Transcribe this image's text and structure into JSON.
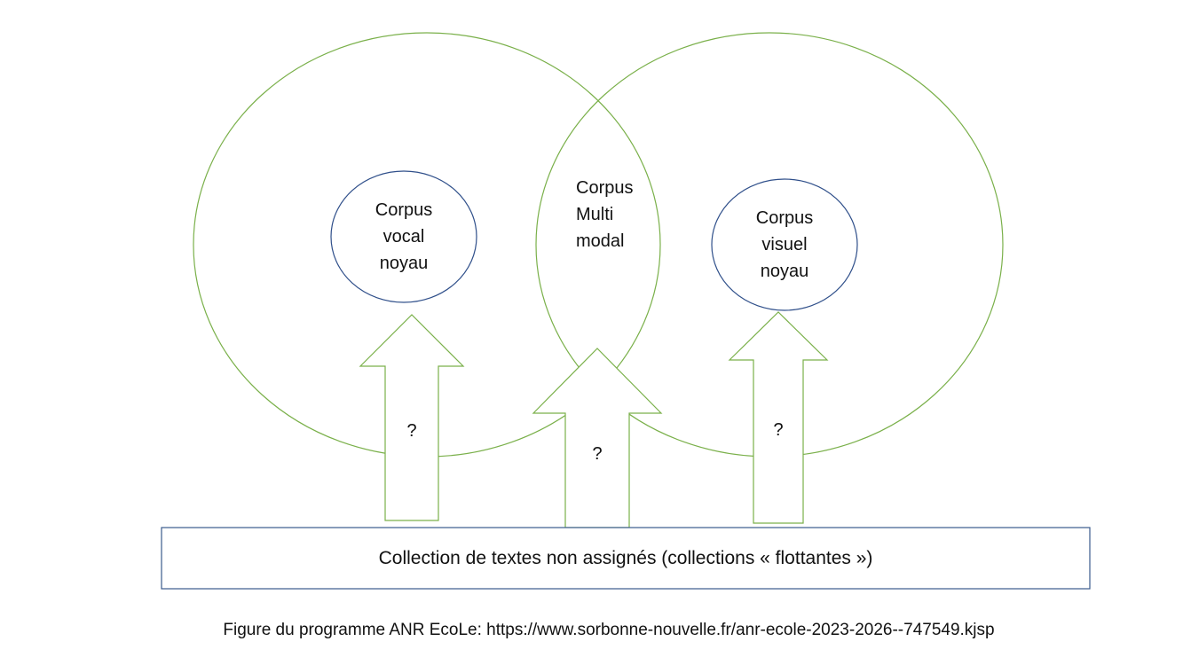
{
  "colors": {
    "outer_circle": "#7ab04a",
    "inner_circle": "#2f4f8a",
    "arrow": "#7ab04a",
    "box": "#3a5a8c",
    "text": "#111111"
  },
  "corpus_vocal": {
    "line1": "Corpus",
    "line2": "vocal",
    "line3": "noyau"
  },
  "corpus_multimodal": {
    "line1": "Corpus",
    "line2": "Multi",
    "line3": "modal"
  },
  "corpus_visuel": {
    "line1": "Corpus",
    "line2": "visuel",
    "line3": "noyau"
  },
  "arrows": {
    "left": "?",
    "center": "?",
    "right": "?"
  },
  "collection_box": {
    "label": "Collection de textes non assignés (collections « flottantes »)"
  },
  "caption": "Figure du programme ANR EcoLe: https://www.sorbonne-nouvelle.fr/anr-ecole-2023-2026--747549.kjsp"
}
